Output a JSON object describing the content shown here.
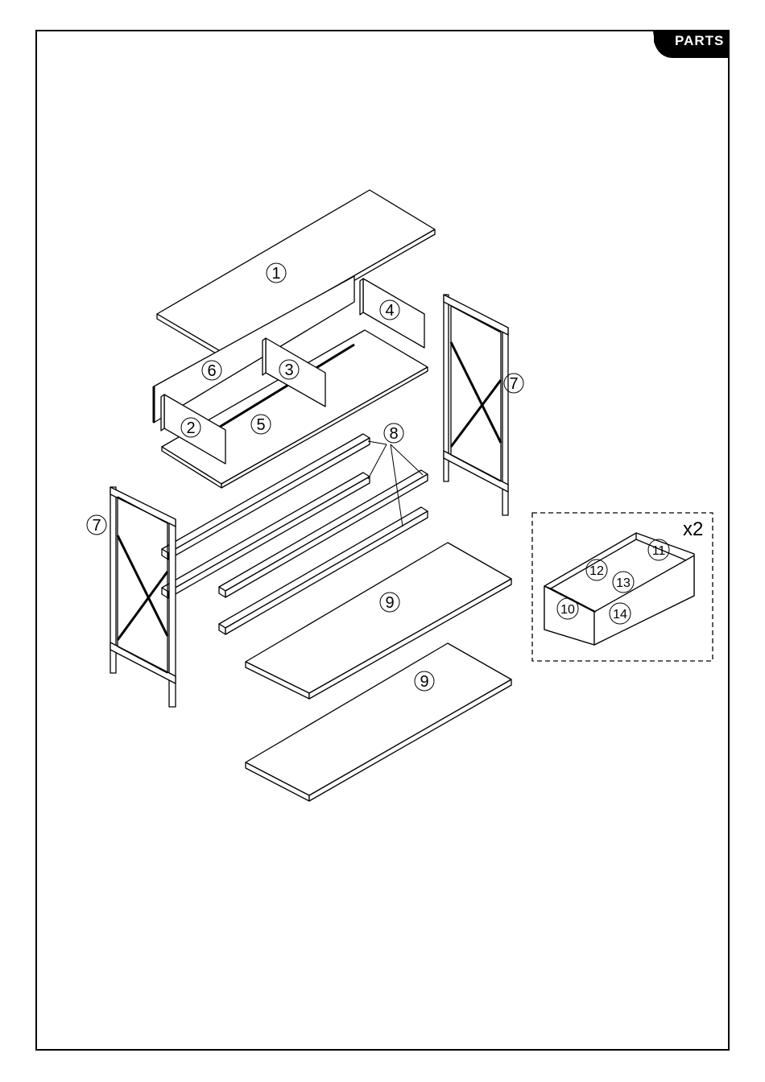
{
  "header": {
    "section_tab": "PARTS"
  },
  "callouts": {
    "p1": "1",
    "p2": "2",
    "p3": "3",
    "p4": "4",
    "p5": "5",
    "p6": "6",
    "p7_left": "7",
    "p7_right": "7",
    "p8": "8",
    "p9_upper": "9",
    "p9_lower": "9",
    "p10": "10",
    "p11": "11",
    "p12": "12",
    "p13": "13",
    "p14": "14"
  },
  "drawer_inset": {
    "multiplier": "x2"
  }
}
